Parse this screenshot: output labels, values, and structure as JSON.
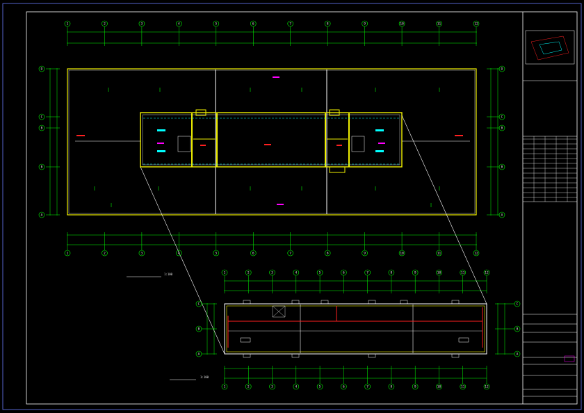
{
  "drawing": {
    "main_plan": {
      "axis_top": [
        "1",
        "2",
        "3",
        "4",
        "5",
        "6",
        "7",
        "8",
        "9",
        "10",
        "11",
        "12"
      ],
      "axis_left": [
        "D",
        "C",
        "B",
        "A"
      ],
      "title_lines": [
        "",
        ""
      ],
      "scale": "1:100"
    },
    "roof_plan": {
      "axis_top": [
        "1",
        "2",
        "3",
        "4",
        "5",
        "6",
        "7",
        "8",
        "9",
        "10",
        "11",
        "12"
      ],
      "axis_right": [
        "C",
        "B",
        "A"
      ],
      "title": "",
      "scale": "1:100"
    }
  },
  "title_block": {
    "header_label": "",
    "revision_box": "",
    "company_label": "",
    "project_label": "",
    "sheet_title": ""
  },
  "colors": {
    "background": "#000000",
    "frame": "#c8c8ff",
    "wall": "#f0f000",
    "grid_line": "#ffffff",
    "dimension": "#00ff00",
    "pipe_red": "#ff2020",
    "pipe_magenta": "#ff00ff",
    "fixture_cyan": "#00ffff"
  }
}
